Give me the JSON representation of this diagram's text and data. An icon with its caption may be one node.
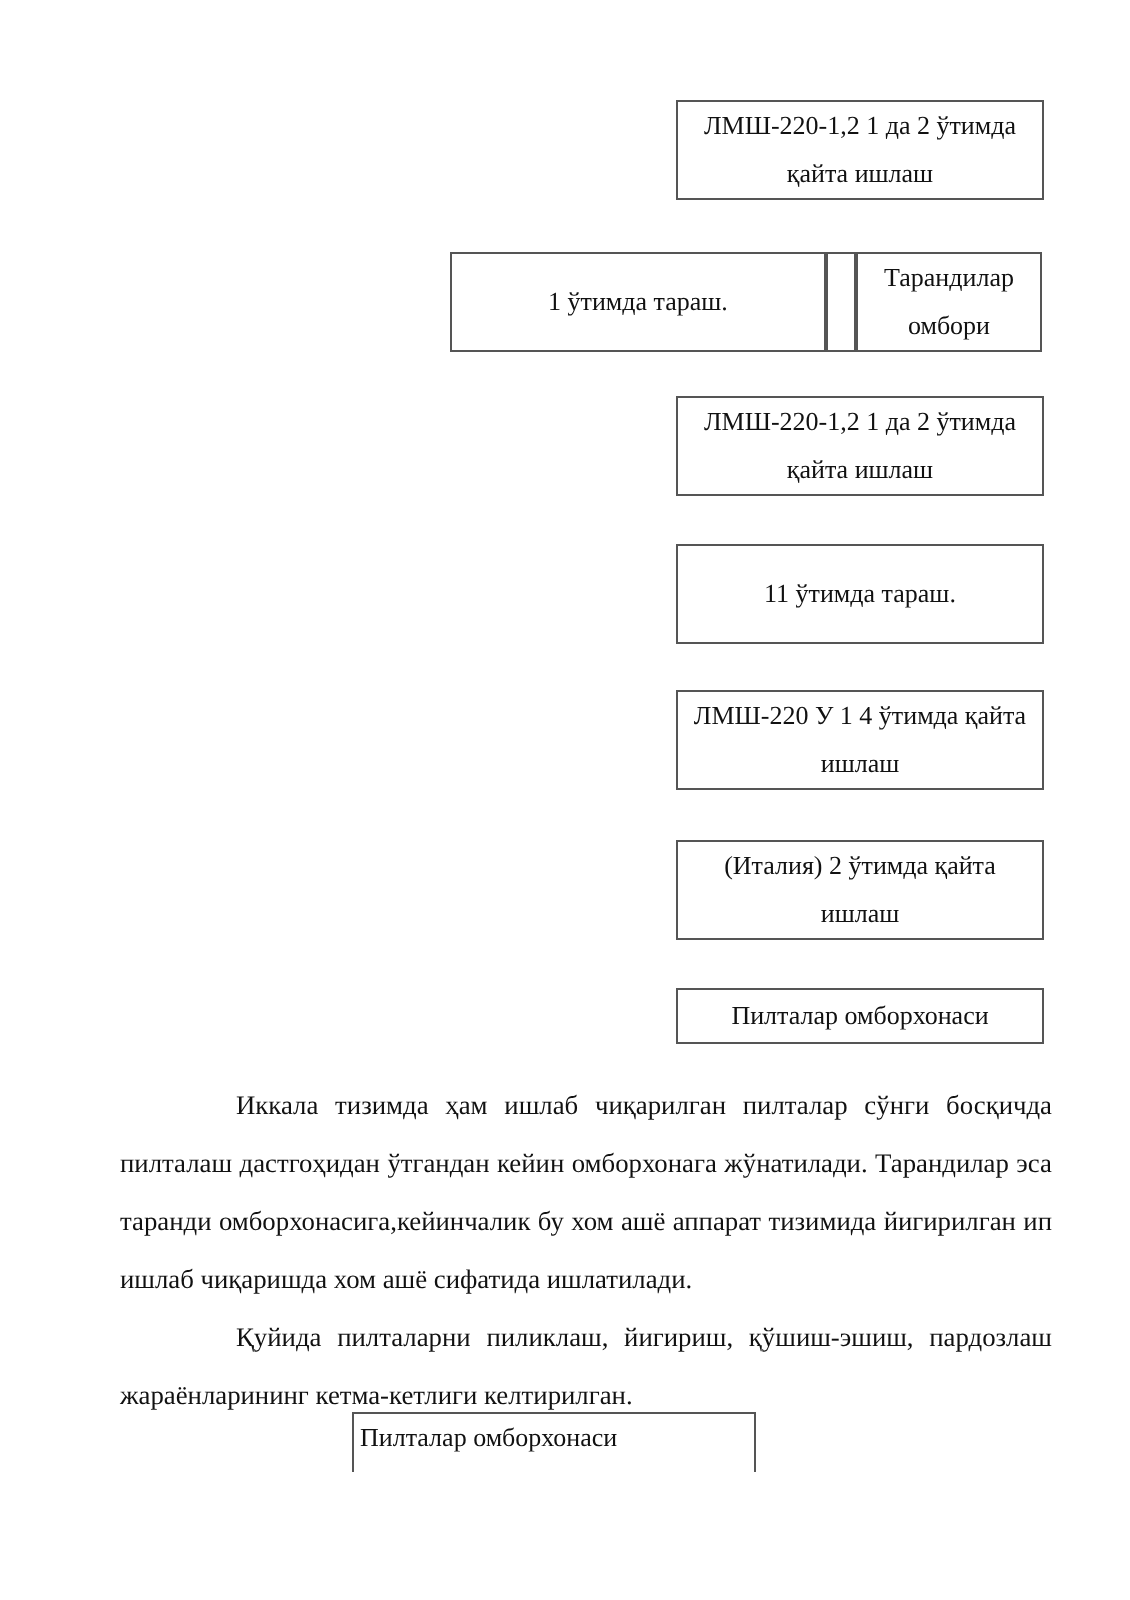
{
  "diagram": {
    "nodes": [
      {
        "text": [
          "ЛМШ-220-1,2 1 да 2 ўтимда қайта ишлаш"
        ]
      },
      {
        "text": [
          "1 ўтимда тараш."
        ]
      },
      {
        "text": [],
        "shape": "box"
      },
      {
        "text": [
          "Тарандилар омбори"
        ]
      },
      {
        "text": [
          "ЛМШ-220-1,2 1 да 2 ўтимда қайта ишлаш"
        ]
      },
      {
        "text": [
          "11 ўтимда тараш."
        ]
      },
      {
        "text": [
          "ЛМШ-220 У 1 4 ўтимда қайта ишлаш"
        ]
      },
      {
        "text": [
          "(Италия) 2 ўтимда қайта ишлаш"
        ]
      },
      {
        "text": [
          "Пилталар омборхонаси"
        ]
      },
      {
        "text": [
          "Пилталар омборхонаси"
        ]
      }
    ],
    "edges": [],
    "labels": [
      "Иккала тизимда ҳам ишлаб чиқарилган пилталар сўнги босқичда пилталаш дастгоҳидан ўтгандан кейин омборхонага жўнатилади. Тарандилар эса таранди омборхонасига,кейинчалик бу хом ашё аппарат тизимида йигирилган ип ишлаб чиқаришда хом ашё сифатида ишлатилади.",
      "Қуйида пилталарни пиликлаш, йигириш, қўшиш-эшиш, пардозлаш жараёнларининг кетма-кетлиги келтирилган."
    ]
  }
}
